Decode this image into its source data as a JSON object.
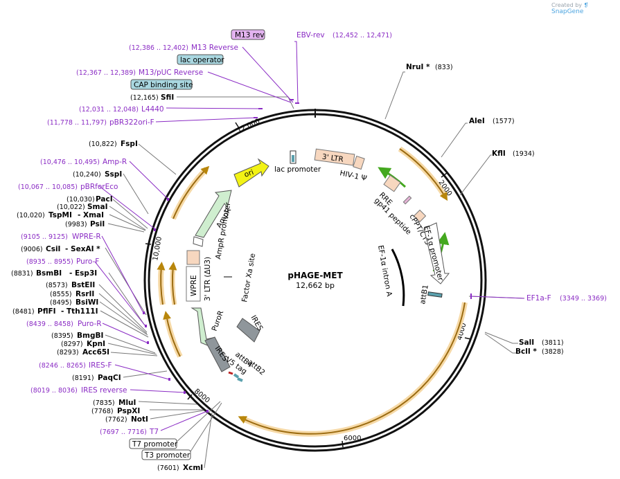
{
  "credit": {
    "prefix": "Created by",
    "brand": "SnapGene"
  },
  "plasmid": {
    "name": "pHAGE-MET",
    "size": "12,662 bp"
  },
  "colors": {
    "primer": "#8a2bc4",
    "orf_outer": "#f6d9a6",
    "orf_inner": "#b8860b",
    "green_arrow": "#44a81f",
    "ltr": "#f7d7bf",
    "ori": "#f2f215",
    "ampr": "#cfeecf",
    "puror": "#cfeecf",
    "ires": "#8f969b",
    "flag_lacop": "#a9d7e0",
    "flag_cap": "#a9d7e0",
    "flag_m13rev": "#e3b3f0"
  },
  "ticks": [
    "2000",
    "4000",
    "6000",
    "8000",
    "10,000",
    "12,000"
  ],
  "sites": [
    {
      "name": "NruI *",
      "coord": "(833)"
    },
    {
      "name": "AleI",
      "coord": "(1577)"
    },
    {
      "name": "KflI",
      "coord": "(1934)"
    },
    {
      "name": "SalI",
      "coord": "(3811)"
    },
    {
      "name": "BclI *",
      "coord": "(3828)"
    },
    {
      "name": "XcmI",
      "coord": "(7601)"
    },
    {
      "name": "NotI",
      "coord": "(7762)"
    },
    {
      "name": "PspXI",
      "coord": "(7768)"
    },
    {
      "name": "MluI",
      "coord": "(7835)"
    },
    {
      "name": "PaqCI",
      "coord": "(8191)"
    },
    {
      "name": "Acc65I",
      "coord": "(8293)"
    },
    {
      "name": "KpnI",
      "coord": "(8297)"
    },
    {
      "name": "BmgBI",
      "coord": "(8395)"
    },
    {
      "name": "PflFI",
      "coord": "(8481)",
      "alt": "- Tth111I"
    },
    {
      "name": "BsiWI",
      "coord": "(8495)"
    },
    {
      "name": "RsrII",
      "coord": "(8555)"
    },
    {
      "name": "BstEII",
      "coord": "(8573)"
    },
    {
      "name": "BsmBI",
      "coord": "(8831)",
      "alt": "- Esp3I"
    },
    {
      "name": "CsiI",
      "coord": "(9006)",
      "alt": "- SexAI *"
    },
    {
      "name": "PsiI",
      "coord": "(9983)"
    },
    {
      "name": "TspMI",
      "coord": "(10,020)",
      "alt": "- XmaI"
    },
    {
      "name": "SmaI",
      "coord": "(10,022)"
    },
    {
      "name": "PacI",
      "coord": "(10,030)"
    },
    {
      "name": "SspI",
      "coord": "(10,240)"
    },
    {
      "name": "FspI",
      "coord": "(10,822)"
    },
    {
      "name": "SfiI",
      "coord": "(12,165)"
    }
  ],
  "primers": [
    {
      "name": "EBV-rev",
      "coord": "(12,452 .. 12,471)"
    },
    {
      "name": "M13 Reverse",
      "coord": "(12,386 .. 12,402)"
    },
    {
      "name": "M13/pUC Reverse",
      "coord": "(12,367 .. 12,389)"
    },
    {
      "name": "L4440",
      "coord": "(12,031 .. 12,048)"
    },
    {
      "name": "pBR322ori-F",
      "coord": "(11,778 .. 11,797)"
    },
    {
      "name": "Amp-R",
      "coord": "(10,476 .. 10,495)"
    },
    {
      "name": "pBRforEco",
      "coord": "(10,067 .. 10,085)"
    },
    {
      "name": "WPRE-R",
      "coord": "(9105 .. 9125)"
    },
    {
      "name": "Puro-F",
      "coord": "(8935 .. 8955)"
    },
    {
      "name": "Puro-R",
      "coord": "(8439 .. 8458)"
    },
    {
      "name": "IRES-F",
      "coord": "(8246 .. 8265)"
    },
    {
      "name": "IRES reverse",
      "coord": "(8019 .. 8036)"
    },
    {
      "name": "T7",
      "coord": "(7697 .. 7716)"
    },
    {
      "name": "EF1a-F",
      "coord": "(3349 .. 3369)"
    }
  ],
  "flags": [
    {
      "name": "M13 rev"
    },
    {
      "name": "lac operator"
    },
    {
      "name": "CAP binding site"
    },
    {
      "name": "T7 promoter"
    },
    {
      "name": "T3 promoter"
    }
  ],
  "features": {
    "ltr3_top": "3' LTR",
    "hiv": "HIV-1 Ψ",
    "rre": "RRE",
    "gp41": "gp41 peptide",
    "cppt": "cPPT/CTS",
    "ef1a_prom": "EF-1α promoter",
    "ef1a_intron": "EF-1α intron A",
    "attb1": "attB1",
    "lac_prom": "lac promoter",
    "ori": "ori",
    "ampr": "AmpR",
    "ampr_prom": "AmpR promoter",
    "ltr_du3": "3' LTR (ΔU3)",
    "wpre": "WPRE",
    "factor_xa": "Factor Xa site",
    "puror": "PuroR",
    "ires_inner": "IRES",
    "ires_outer": "IRES",
    "v5": "V5 tag",
    "attb4": "attB4",
    "attb2": "attB2"
  }
}
